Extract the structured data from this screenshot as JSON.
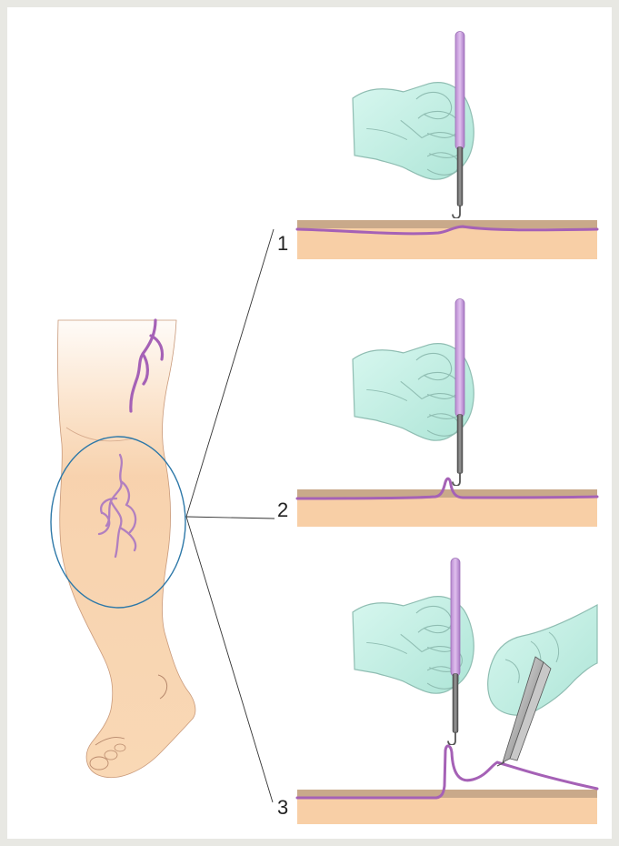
{
  "steps": [
    {
      "number": "1"
    },
    {
      "number": "2"
    },
    {
      "number": "3"
    }
  ],
  "colors": {
    "background": "#e8e8e3",
    "panel": "#ffffff",
    "skin": "#f8cfa6",
    "skin_surface": "#c9a98a",
    "vein": "#a561b6",
    "glove": "#bfeee2",
    "glove_outline": "#8fbdb2",
    "hook_handle": "#c79ad8",
    "hook_shaft": "#6f6f6f",
    "highlight_circle": "#2d78a8",
    "leader_lines": "#333333"
  },
  "icons": {
    "leg": "lower-leg-with-spider-veins-illustration",
    "hook": "phlebectomy-hook-icon",
    "forceps": "forceps-icon",
    "glove": "gloved-hand-icon"
  }
}
